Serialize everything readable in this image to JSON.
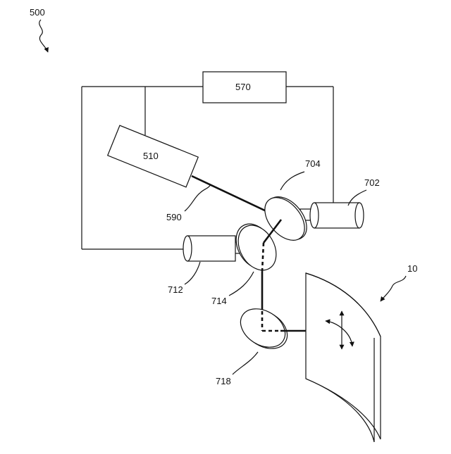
{
  "figure": {
    "labels": {
      "system": "500",
      "controller": "570",
      "laser_source": "510",
      "beam": "590",
      "mirror_upper": "704",
      "motor_upper": "702",
      "motor_lower": "712",
      "mirror_lower": "714",
      "lens": "718",
      "target": "10"
    }
  }
}
